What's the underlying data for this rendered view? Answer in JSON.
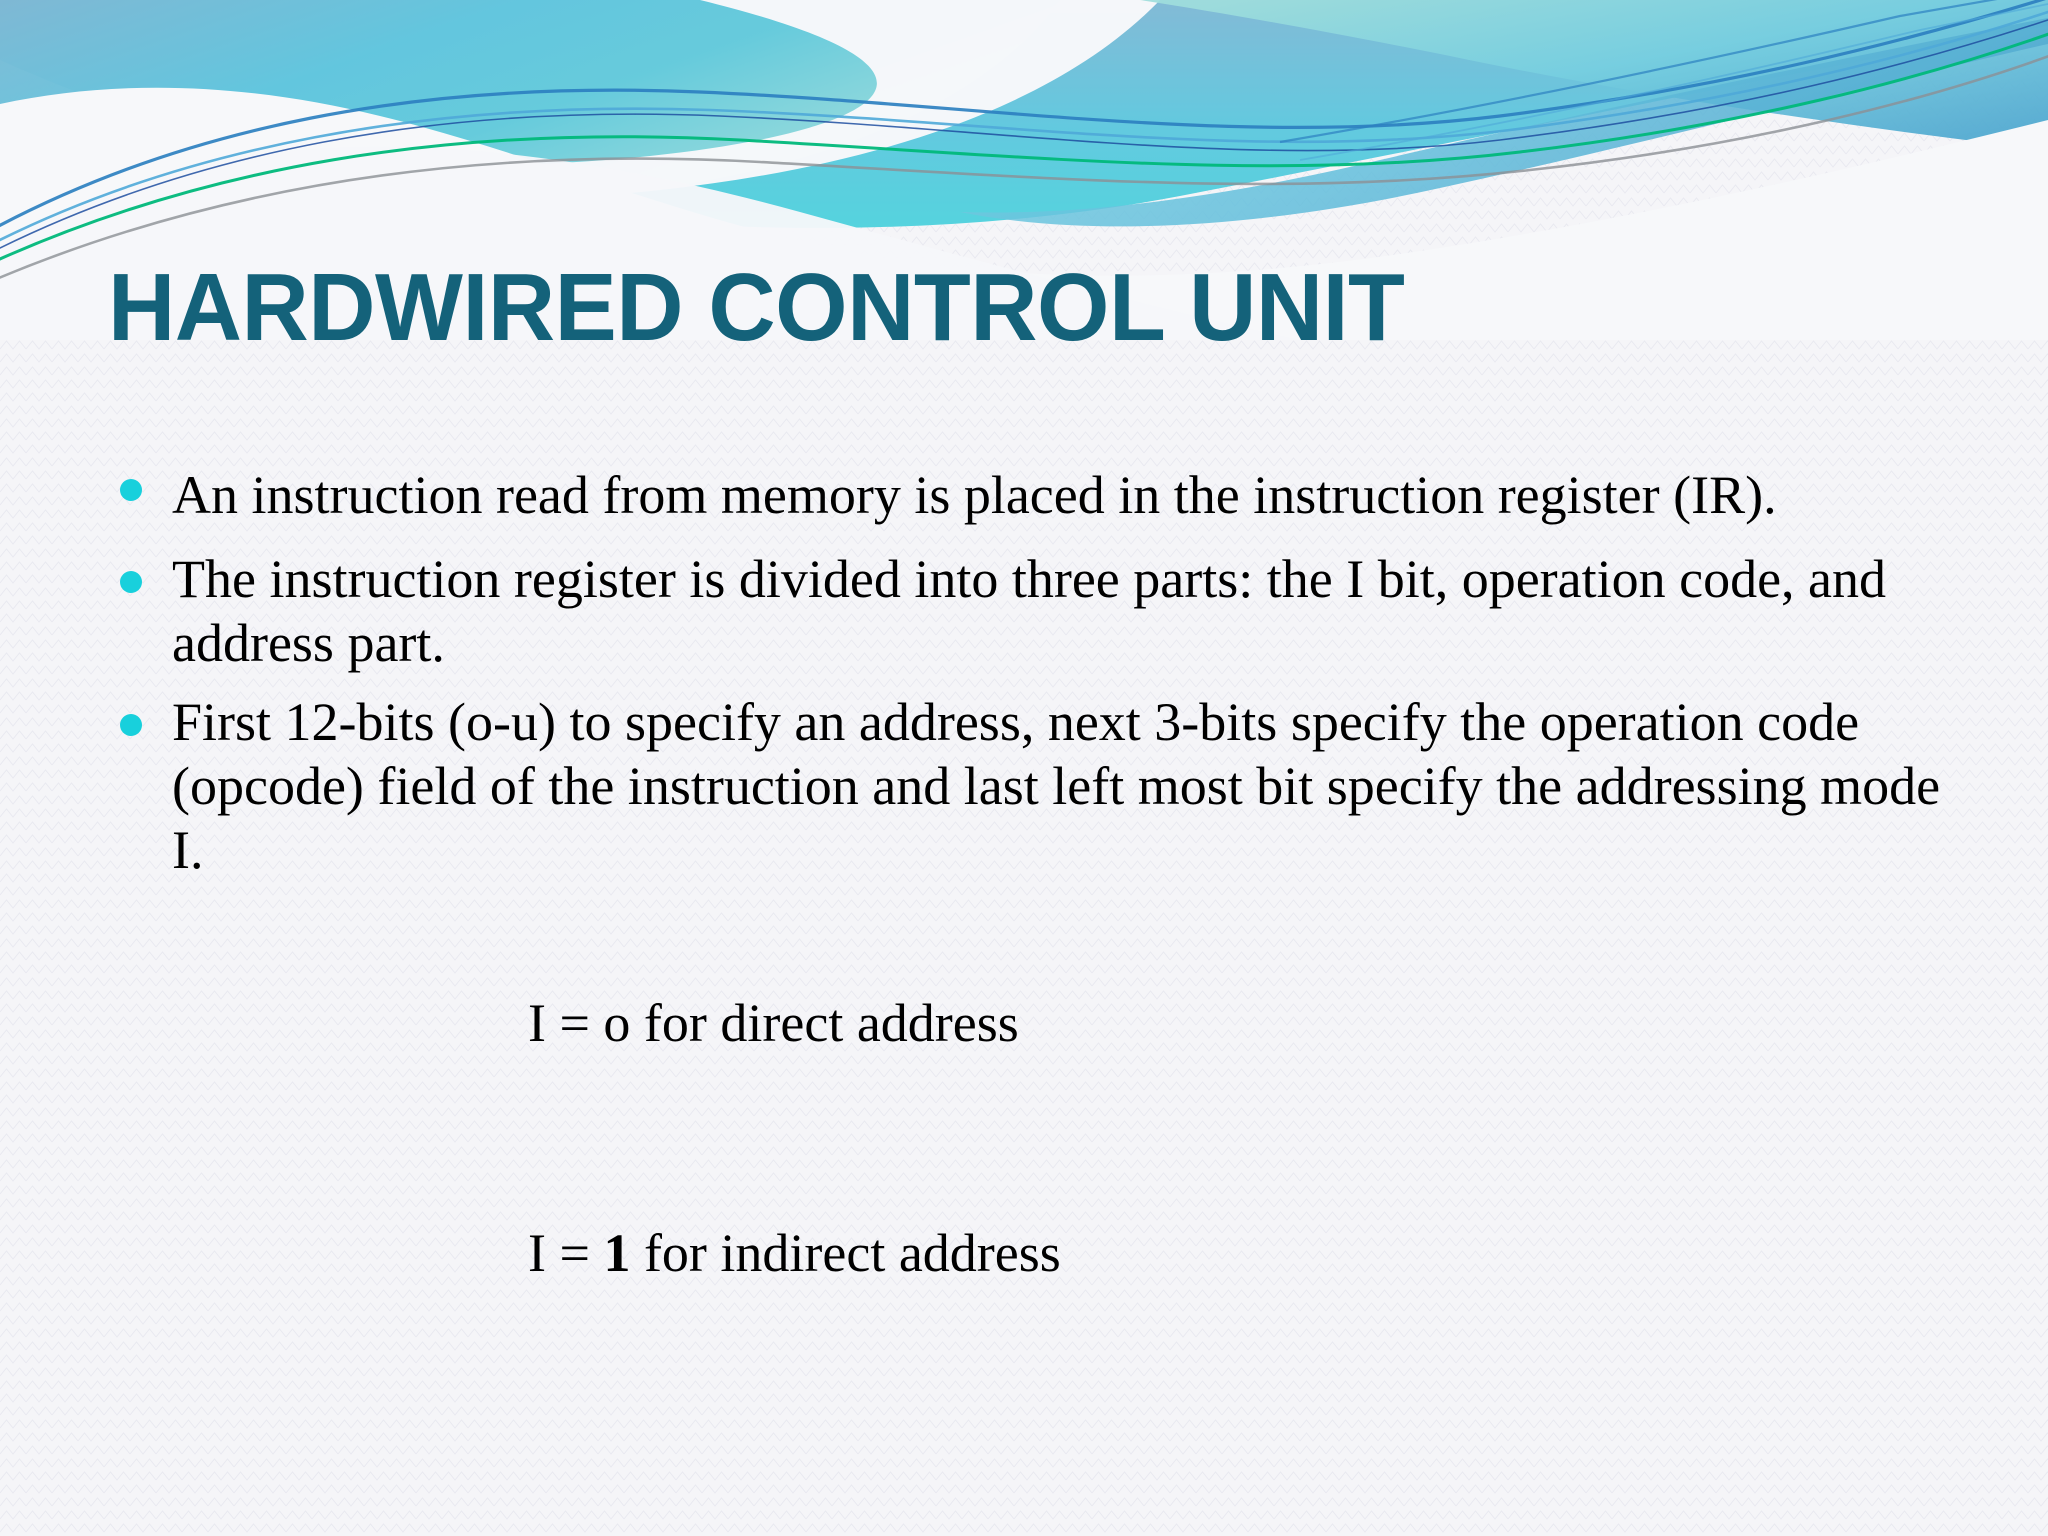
{
  "slide": {
    "title": "HARDWIRED CONTROL UNIT",
    "title_color": "#14627A",
    "background_color": "#F5F5F8",
    "bullet_color": "#18D0DC",
    "body_color": "#000000"
  },
  "bullets": [
    {
      "text": "An instruction read from memory is placed in the instruction register (IR)."
    },
    {
      "text": "The instruction register is divided into three parts: the I bit, operation code, and address part."
    },
    {
      "text": "First 12-bits (o-u) to specify an address, next 3-bits specify the operation code (opcode) field of the instruction and last left most bit specify the addressing mode I."
    }
  ],
  "sub_lines": [
    {
      "prefix": "I = o for direct address",
      "emphasis": "",
      "suffix": ""
    },
    {
      "prefix": "I = ",
      "emphasis": "1",
      "suffix": " for indirect address"
    }
  ],
  "decor": {
    "gradient_top_left": "#7FB8D4",
    "gradient_mid": "#5FD4DC",
    "gradient_top_right": "#9BDCDC",
    "band_blue": "#62BCDC",
    "band_blue_dark": "#4FAFD2",
    "line_blue": "#2C80C0",
    "line_steel": "#4FA8D8",
    "line_green": "#00B87A",
    "line_gray": "#8C9095",
    "line_navy": "#1F4FA0"
  }
}
